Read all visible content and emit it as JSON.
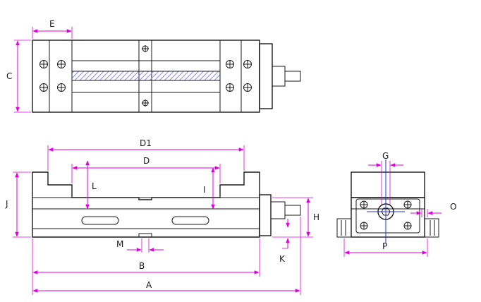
{
  "labels": {
    "E": "E",
    "C": "C",
    "D1": "D1",
    "D": "D",
    "L": "L",
    "I": "I",
    "J": "J",
    "H": "H",
    "K": "K",
    "M": "M",
    "B": "B",
    "A": "A",
    "G": "G",
    "O": "O",
    "P": "P"
  },
  "colors": {
    "outline": "#1a1a1a",
    "dimension": "#e000e0",
    "centerline": "#2233cc",
    "hatch": "#8888ff"
  }
}
